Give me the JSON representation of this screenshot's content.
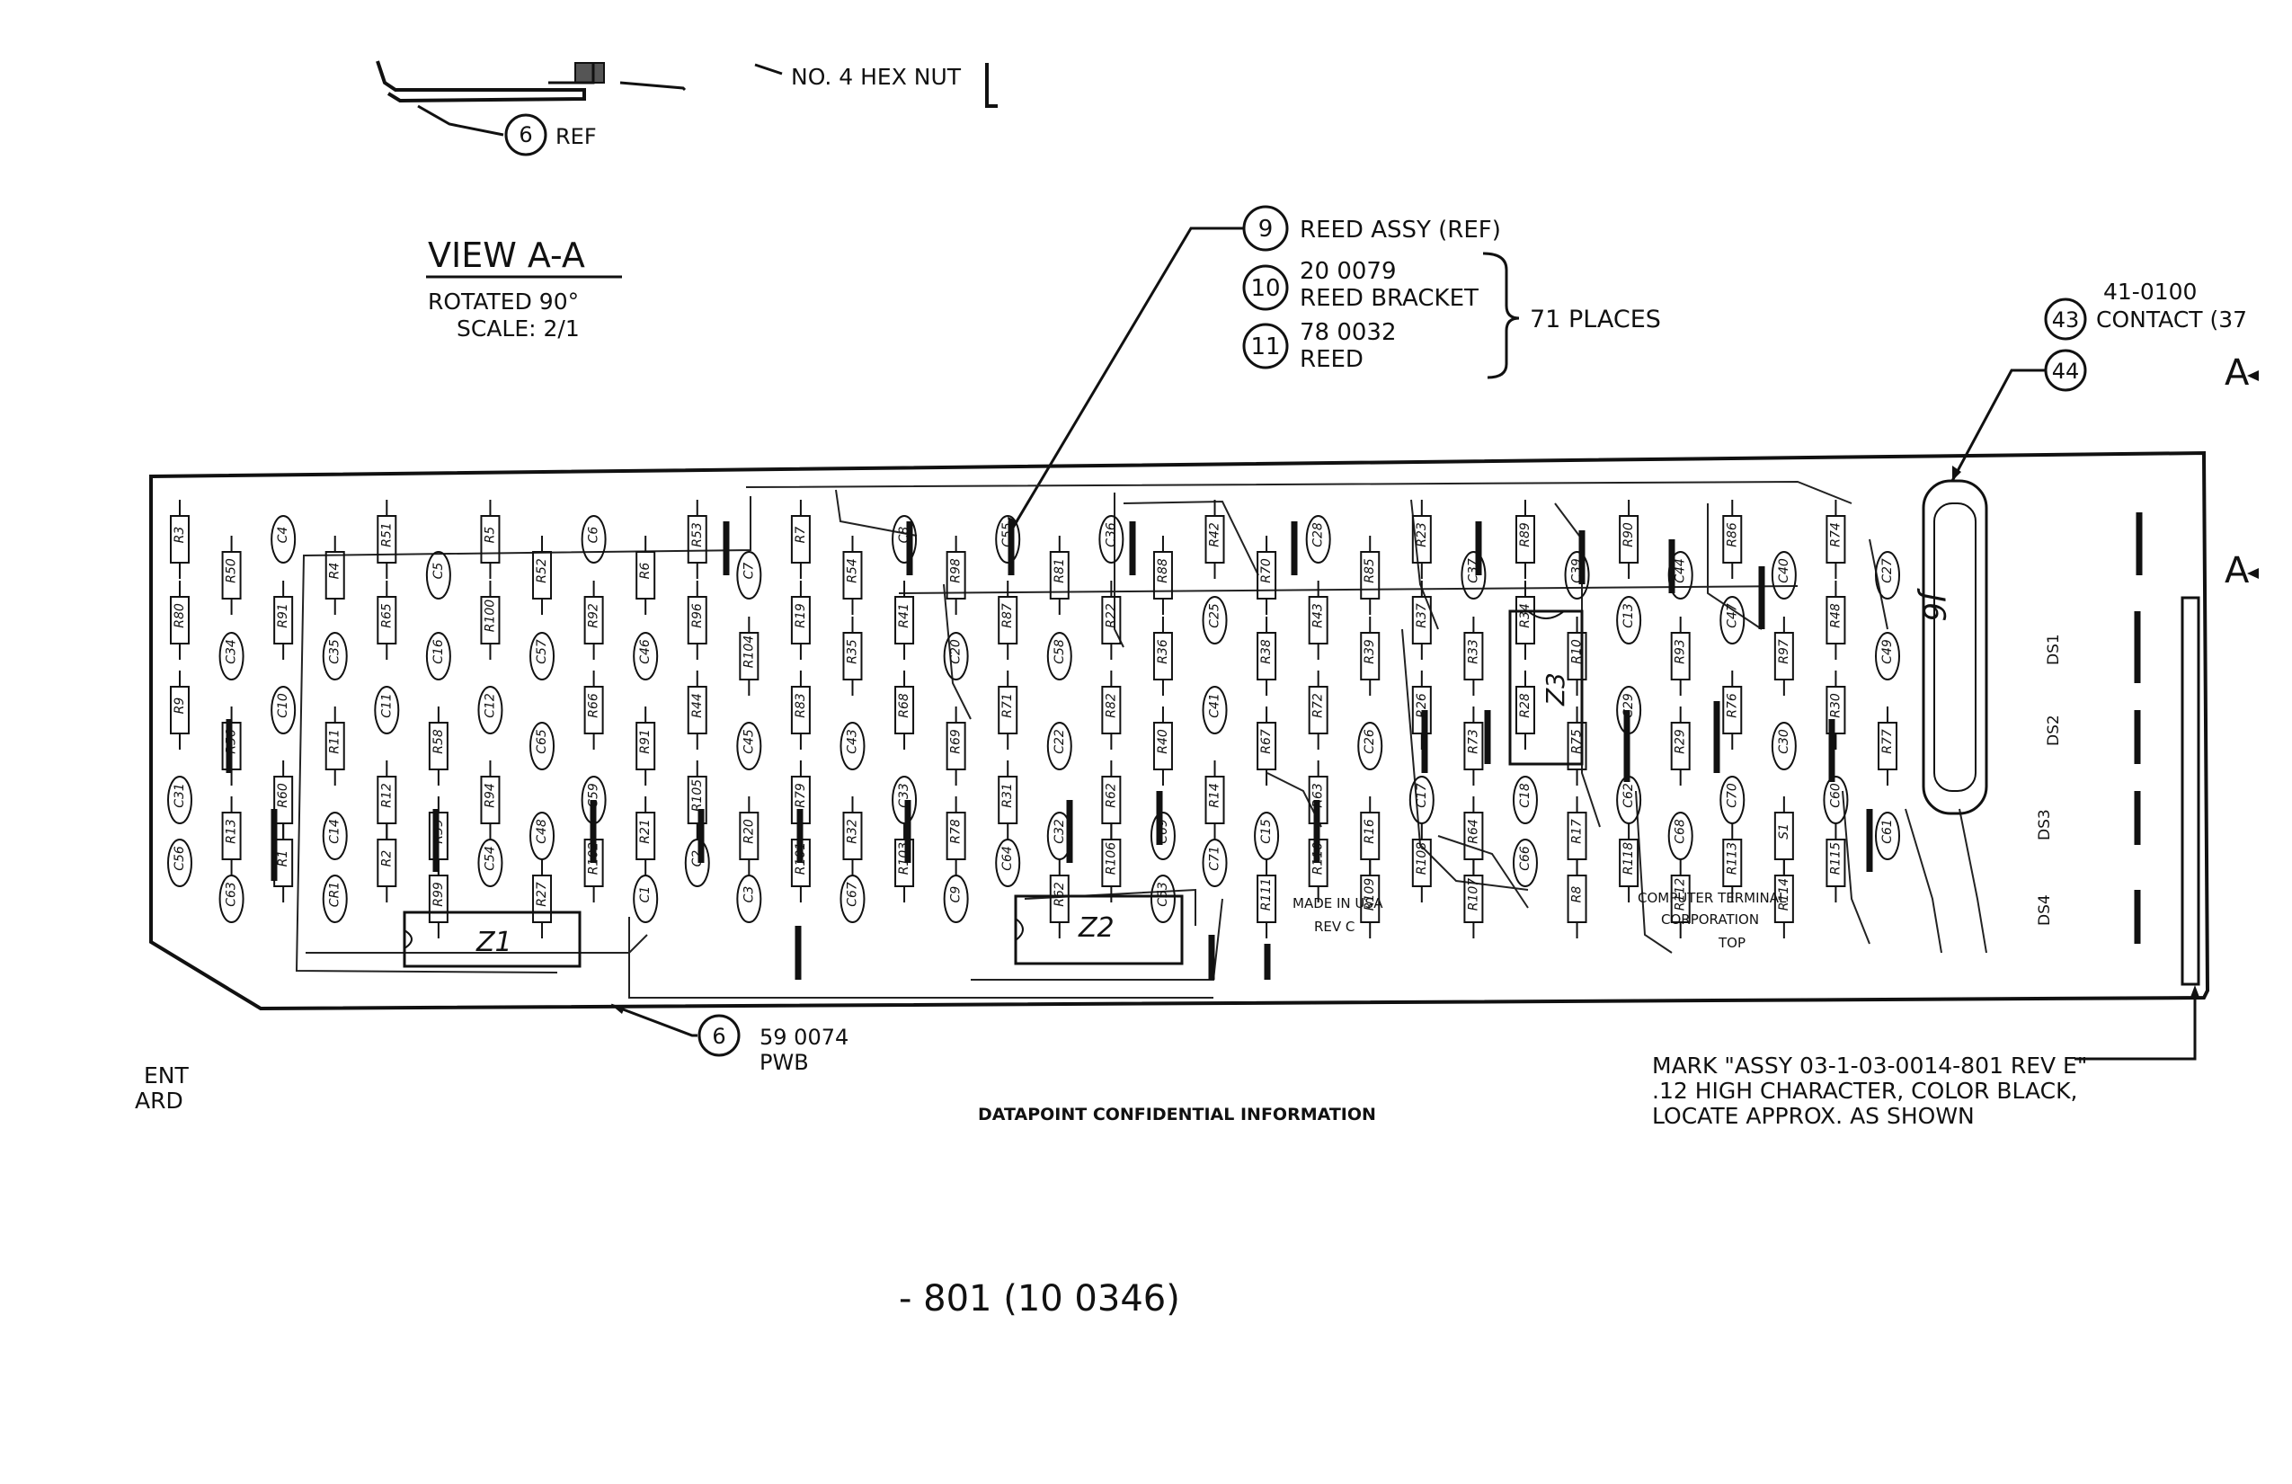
{
  "top_detail": {
    "hex_nut_label": "NO. 4 HEX NUT",
    "item6_ref_num": "6",
    "item6_ref_text": "REF"
  },
  "view": {
    "title": "VIEW A-A",
    "rotated": "ROTATED  90°",
    "scale": "SCALE: 2/1"
  },
  "callouts": {
    "item9": {
      "num": "9",
      "text": "REED ASSY (REF)"
    },
    "item10": {
      "num": "10",
      "part": "20 0079",
      "text": "REED BRACKET"
    },
    "item11": {
      "num": "11",
      "part": "78 0032",
      "text": "REED"
    },
    "places": "71 PLACES",
    "item43": {
      "num": "43",
      "part": "41-0100",
      "text": "CONTACT (37"
    },
    "item44": {
      "num": "44"
    },
    "item6_pwb": {
      "num": "6",
      "part": "59 0074",
      "text": "PWB"
    }
  },
  "section_marks": [
    "A",
    "A"
  ],
  "board": {
    "made_in": "MADE IN USA",
    "rev": "REV C",
    "company_line1": "COMPUTER TERMINAL",
    "company_line2": "CORPORATION",
    "side": "TOP",
    "chips": [
      "Z1",
      "Z2",
      "Z3"
    ],
    "connector": "J6",
    "displays": [
      "DS1",
      "DS2",
      "DS3",
      "DS4"
    ],
    "components": [
      "R3",
      "R50",
      "C4",
      "R4",
      "R51",
      "C5",
      "R5",
      "R52",
      "C6",
      "R6",
      "R53",
      "C7",
      "R7",
      "R54",
      "C8",
      "R98",
      "C55",
      "R81",
      "C36",
      "R88",
      "R42",
      "R70",
      "C28",
      "R85",
      "R23",
      "C37",
      "R89",
      "C39",
      "R90",
      "C44",
      "R86",
      "C40",
      "R74",
      "C27",
      "R80",
      "C34",
      "R91",
      "C35",
      "R65",
      "C16",
      "R100",
      "C57",
      "R92",
      "C46",
      "R96",
      "R104",
      "R19",
      "R35",
      "R41",
      "C20",
      "R87",
      "C58",
      "R22",
      "R36",
      "C25",
      "R38",
      "R43",
      "R39",
      "R37",
      "R33",
      "R34",
      "R10",
      "C13",
      "R93",
      "C47",
      "R97",
      "R48",
      "C49",
      "R9",
      "R56",
      "C10",
      "R11",
      "C11",
      "R58",
      "C12",
      "C65",
      "R66",
      "R91",
      "R44",
      "C45",
      "R83",
      "C43",
      "R68",
      "R69",
      "R71",
      "C22",
      "R82",
      "R40",
      "C41",
      "R67",
      "R72",
      "C26",
      "R26",
      "R73",
      "R28",
      "R75",
      "C29",
      "R29",
      "R76",
      "C30",
      "R30",
      "R77",
      "C31",
      "R13",
      "R60",
      "C14",
      "R12",
      "R59",
      "R94",
      "C48",
      "C59",
      "R21",
      "R105",
      "R20",
      "R79",
      "R32",
      "C33",
      "R78",
      "R31",
      "C32",
      "R62",
      "C69",
      "R14",
      "C15",
      "R63",
      "R16",
      "C17",
      "R64",
      "C18",
      "R17",
      "C62",
      "C68",
      "C70",
      "S1",
      "C60",
      "C61",
      "C56",
      "C63",
      "R1",
      "CR1",
      "R2",
      "R99",
      "C54",
      "R27",
      "R102",
      "C1",
      "C2",
      "C3",
      "R101",
      "C67",
      "R103",
      "C9",
      "C64",
      "R62",
      "R106",
      "C53",
      "C71",
      "R111",
      "R110",
      "R109",
      "R108",
      "R107",
      "C66",
      "R8",
      "R118",
      "R112",
      "R113",
      "R114",
      "R115"
    ]
  },
  "mark_note": {
    "line1": "MARK \"ASSY 03-1-03-0014-801 REV E\"",
    "line2": ".12 HIGH CHARACTER, COLOR BLACK,",
    "line3": "LOCATE APPROX. AS SHOWN"
  },
  "left_edge_text": {
    "line1": "ENT",
    "line2": "ARD"
  },
  "confidential": "DATAPOINT CONFIDENTIAL INFORMATION",
  "drawing_number": "- 801  (10 0346)"
}
